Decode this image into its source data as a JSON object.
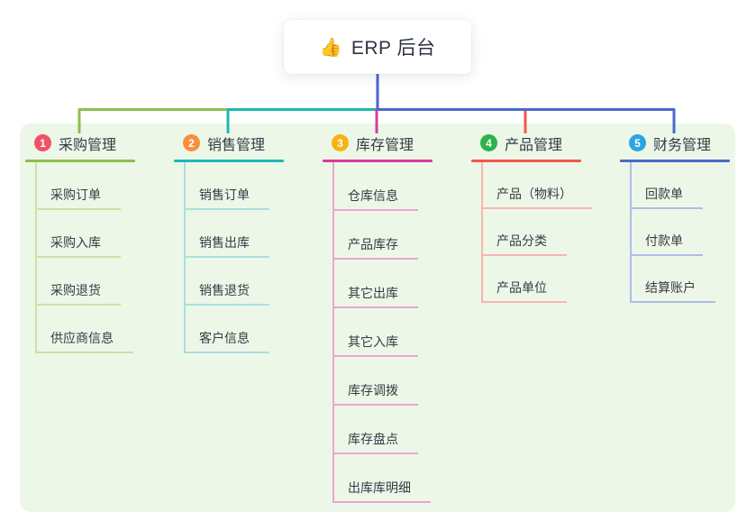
{
  "root": {
    "icon": "👍",
    "label": "ERP 后台"
  },
  "colors": {
    "page_bg": "#ffffff",
    "canvas_bg": "#edf7e8",
    "root_line": "#4f63cf",
    "text": "#363b44"
  },
  "branches": [
    {
      "id": "purchase",
      "badge": "1",
      "title": "采购管理",
      "badge_color": "#ef5268",
      "line_color": "#8cc04e",
      "light_color": "#c9e3a6",
      "children": [
        "采购订单",
        "采购入库",
        "采购退货",
        "供应商信息"
      ]
    },
    {
      "id": "sales",
      "badge": "2",
      "title": "销售管理",
      "badge_color": "#f9903f",
      "line_color": "#1eb8b1",
      "light_color": "#a9e0dc",
      "children": [
        "销售订单",
        "销售出库",
        "销售退货",
        "客户信息"
      ]
    },
    {
      "id": "inventory",
      "badge": "3",
      "title": "库存管理",
      "badge_color": "#f7b216",
      "line_color": "#d63c9e",
      "light_color": "#efa3d0",
      "children": [
        "仓库信息",
        "产品库存",
        "其它出库",
        "其它入库",
        "库存调拨",
        "库存盘点",
        "出库库明细"
      ]
    },
    {
      "id": "product",
      "badge": "4",
      "title": "产品管理",
      "badge_color": "#2eb24e",
      "line_color": "#f4574e",
      "light_color": "#fab4af",
      "children": [
        "产品（物料）",
        "产品分类",
        "产品单位"
      ]
    },
    {
      "id": "finance",
      "badge": "5",
      "title": "财务管理",
      "badge_color": "#2aa5e2",
      "line_color": "#4a6ac8",
      "light_color": "#aebde8",
      "children": [
        "回款单",
        "付款单",
        "结算账户"
      ]
    }
  ]
}
